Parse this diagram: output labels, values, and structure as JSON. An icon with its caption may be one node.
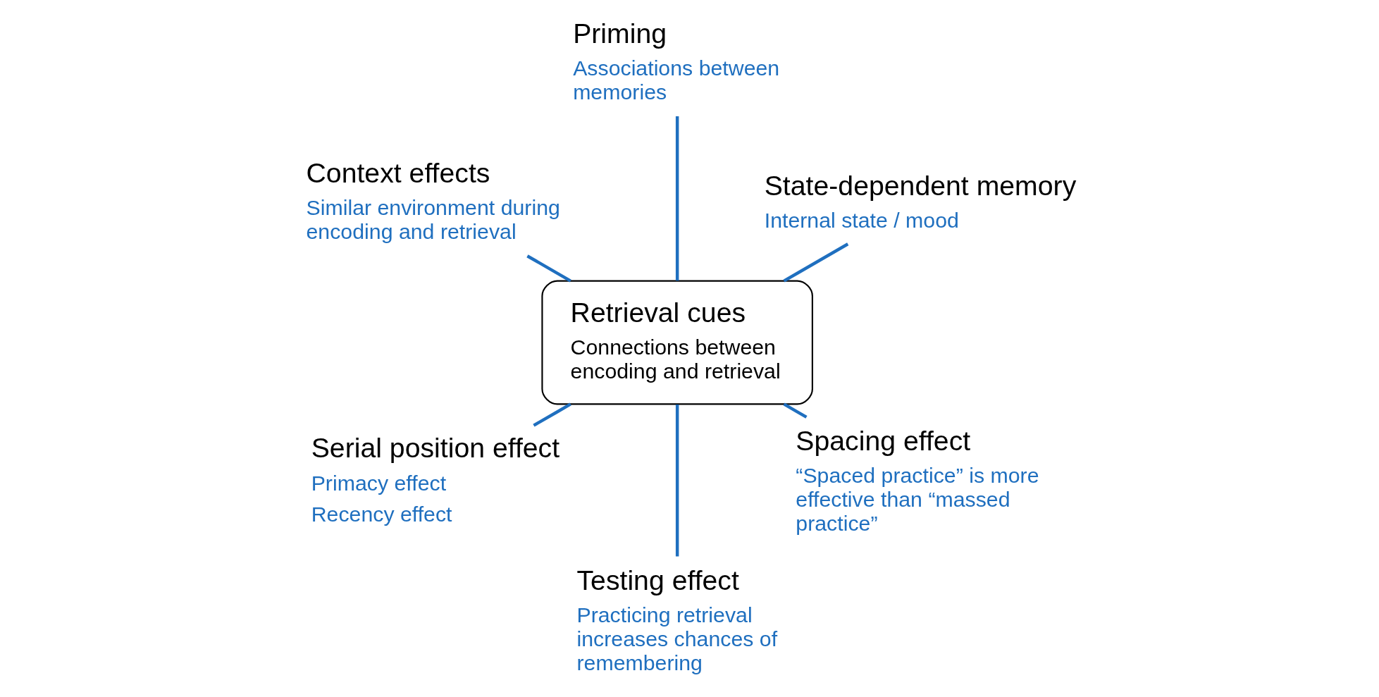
{
  "diagram": {
    "nodes": [
      {
        "text": [
          "Retrieval cues",
          "Connections between encoding and retrieval"
        ]
      },
      {
        "text": [
          "Context effects",
          "Similar environment during encoding and retrieval"
        ]
      },
      {
        "text": [
          "Priming",
          "Associations between memories"
        ]
      },
      {
        "text": [
          "State-dependent memory",
          "Internal state / mood"
        ]
      },
      {
        "text": [
          "Spacing effect",
          "“Spaced practice” is more effective than “massed practice”"
        ]
      },
      {
        "text": [
          "Testing effect",
          "Practicing retrieval increases chances of remembering"
        ]
      },
      {
        "text": [
          "Serial position effect",
          "Primacy effect",
          "Recency effect"
        ]
      }
    ],
    "edges": [
      {
        "from": 0,
        "to": 1,
        "arrow": "none"
      },
      {
        "from": 0,
        "to": 2,
        "arrow": "none"
      },
      {
        "from": 0,
        "to": 3,
        "arrow": "none"
      },
      {
        "from": 0,
        "to": 4,
        "arrow": "none"
      },
      {
        "from": 0,
        "to": 5,
        "arrow": "none"
      },
      {
        "from": 0,
        "to": 6,
        "arrow": "none"
      }
    ]
  }
}
